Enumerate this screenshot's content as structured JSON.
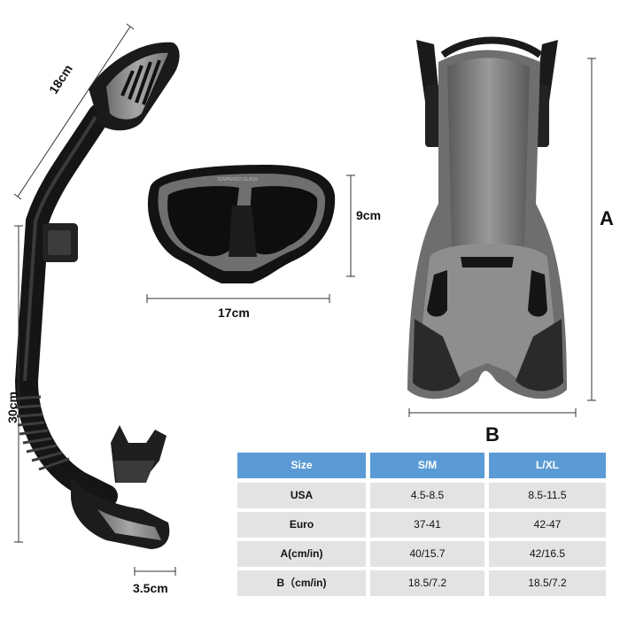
{
  "dimensions": {
    "snorkel_top": "18cm",
    "snorkel_length": "30cm",
    "snorkel_mouth": "3.5cm",
    "mask_height": "9cm",
    "mask_width": "17cm",
    "fin_length": "A",
    "fin_width": "B"
  },
  "mask_text": "TEMPERED GLASS",
  "size_table": {
    "headers": [
      "Size",
      "S/M",
      "L/XL"
    ],
    "rows": [
      {
        "label": "USA",
        "sm": "4.5-8.5",
        "lxl": "8.5-11.5"
      },
      {
        "label": "Euro",
        "sm": "37-41",
        "lxl": "42-47"
      },
      {
        "label": "A(cm/in)",
        "sm": "40/15.7",
        "lxl": "42/16.5"
      },
      {
        "label": "B（cm/in)",
        "sm": "18.5/7.2",
        "lxl": "18.5/7.2"
      }
    ]
  },
  "colors": {
    "header_bg": "#5b9bd5",
    "row_bg": "#e3e3e3",
    "gear_dark": "#111111",
    "gear_grey": "#8c8c8c"
  }
}
